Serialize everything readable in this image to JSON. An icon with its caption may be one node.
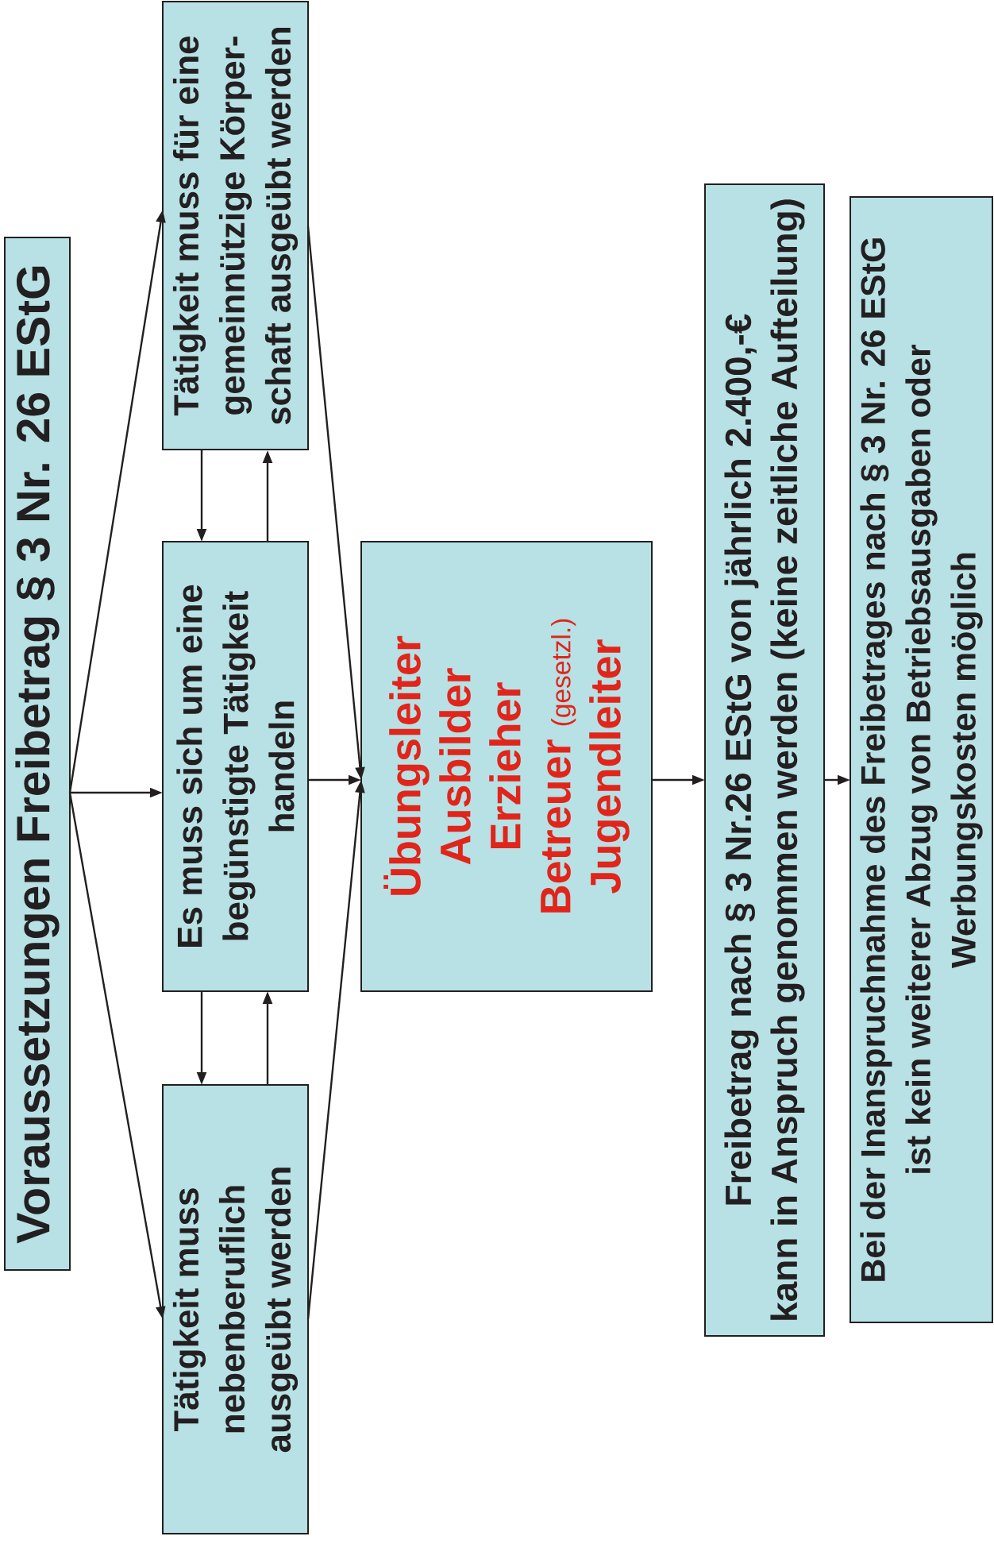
{
  "diagram": {
    "nodes": [
      {
        "text": [
          "Voraussetzungen Freibetrag § 3 Nr. 26 EStG"
        ]
      },
      {
        "text": [
          "Tätigkeit muss für eine gemeinnützige Körper- schaft ausgeübt werden"
        ]
      },
      {
        "text": [
          "Es muss sich um eine begünstigte Tätigkeit handeln"
        ]
      },
      {
        "text": [
          "Tätigkeit muss nebenberuflich ausgeübt werden"
        ]
      },
      {
        "text": [
          "Übungsleiter",
          "Ausbilder",
          "Erzieher",
          "Betreuer",
          "(gesetzl.)",
          "Jugendleiter"
        ]
      },
      {
        "text": [
          "Freibetrag nach § 3 Nr.26 EStG von jährlich 2.400,-€",
          "kann in Anspruch genommen werden (keine zeitliche Aufteilung)"
        ]
      },
      {
        "text": [
          "Bei der Inanspruchnahme des Freibetrages nach § 3 Nr. 26 EStG ist kein weiterer Abzug von Betriebsausgaben oder Werbungskosten möglich"
        ]
      }
    ],
    "edges": [
      {
        "from": 0,
        "to": 1,
        "arrow": "to"
      },
      {
        "from": 0,
        "to": 2,
        "arrow": "to"
      },
      {
        "from": 0,
        "to": 3,
        "arrow": "to"
      },
      {
        "from": 1,
        "to": 2,
        "arrow": "to"
      },
      {
        "from": 2,
        "to": 1,
        "arrow": "to"
      },
      {
        "from": 2,
        "to": 3,
        "arrow": "to"
      },
      {
        "from": 3,
        "to": 2,
        "arrow": "to"
      },
      {
        "from": 1,
        "to": 4,
        "arrow": "to"
      },
      {
        "from": 2,
        "to": 4,
        "arrow": "to"
      },
      {
        "from": 3,
        "to": 4,
        "arrow": "to"
      },
      {
        "from": 4,
        "to": 5,
        "arrow": "to"
      },
      {
        "from": 5,
        "to": 6,
        "arrow": "to"
      }
    ]
  }
}
